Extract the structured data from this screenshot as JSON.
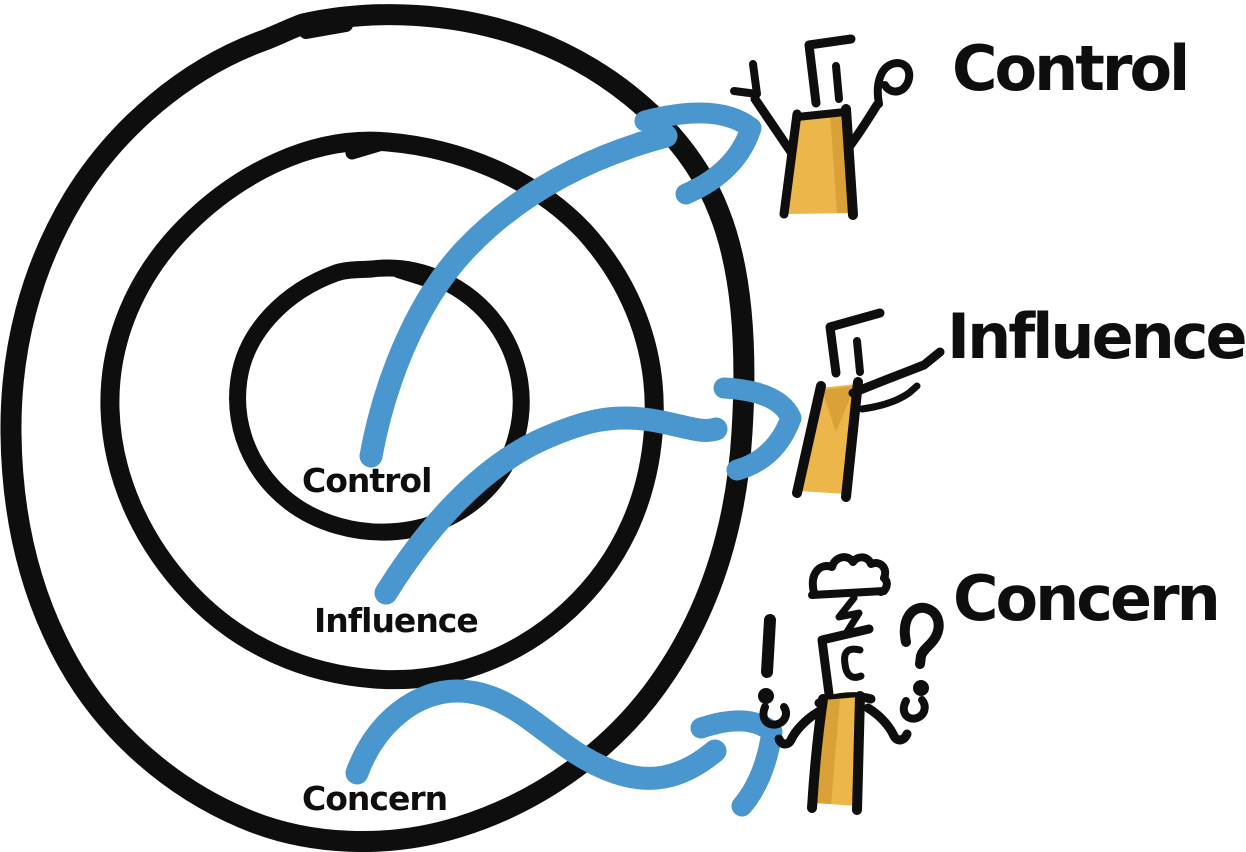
{
  "colors": {
    "background": "#ffffff",
    "ink": "#0e0e0e",
    "arrow_blue": "#4a96ce",
    "shirt_yellow": "#ecb64a",
    "shirt_shade": "#d9a138"
  },
  "rings": [
    {
      "id": "control",
      "label": "Control",
      "position": "inner"
    },
    {
      "id": "influence",
      "label": "Influence",
      "position": "middle"
    },
    {
      "id": "concern",
      "label": "Concern",
      "position": "outer"
    }
  ],
  "legend": [
    {
      "id": "control",
      "label": "Control",
      "figure_icon": "person-arms-raised-icon"
    },
    {
      "id": "influence",
      "label": "Influence",
      "figure_icon": "person-pointing-icon"
    },
    {
      "id": "concern",
      "label": "Concern",
      "figure_icon": "person-shrugging-icon",
      "marks": [
        "!",
        "?"
      ],
      "extra_icons": [
        "thought-cloud-icon",
        "exclamation-mark-icon",
        "question-mark-icon"
      ]
    }
  ],
  "arrows": [
    {
      "id": "arrow-control",
      "from": "inner ring label",
      "to": "arms-raised figure"
    },
    {
      "id": "arrow-influence",
      "from": "middle ring label",
      "to": "pointing figure"
    },
    {
      "id": "arrow-concern",
      "from": "outer ring label",
      "to": "shrugging figure"
    }
  ]
}
